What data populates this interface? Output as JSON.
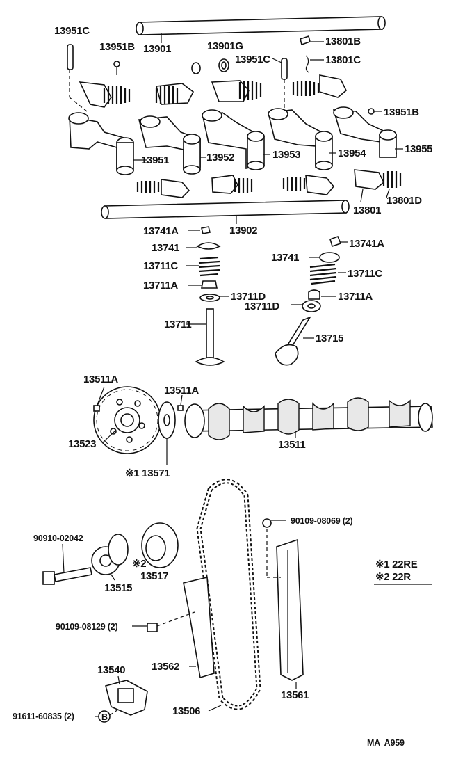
{
  "labels": {
    "p13951C_top": "13951C",
    "p13951B_top": "13951B",
    "p13901": "13901",
    "p13901G": "13901G",
    "p13951C_mid": "13951C",
    "p13801B": "13801B",
    "p13801C": "13801C",
    "p13951B_right": "13951B",
    "p13951": "13951",
    "p13952": "13952",
    "p13953": "13953",
    "p13954": "13954",
    "p13955": "13955",
    "p13801": "13801",
    "p13801D": "13801D",
    "p13902": "13902",
    "p13741A_l": "13741A",
    "p13741_l": "13741",
    "p13711C_l": "13711C",
    "p13711A_l": "13711A",
    "p13711D_l": "13711D",
    "p13711": "13711",
    "p13741A_r": "13741A",
    "p13741_r": "13741",
    "p13711C_r": "13711C",
    "p13711A_r": "13711A",
    "p13711D_r": "13711D",
    "p13715": "13715",
    "p13511A_l": "13511A",
    "p13511A_r": "13511A",
    "p13523": "13523",
    "p13571": "※1 13571",
    "p13511": "13511",
    "p90109_08069": "90109-08069 (2)",
    "p90910_02042": "90910-02042",
    "p13517_mark": "※2",
    "p13517": "13517",
    "p13515": "13515",
    "p90109_08129": "90109-08129 (2)",
    "p13562": "13562",
    "p13540": "13540",
    "p91611_60835": "91611-60835 (2)",
    "p13506": "13506",
    "p13561": "13561",
    "bolt_mark": "B"
  },
  "legend": {
    "row1": "※1 22RE",
    "row2": "※2 22R"
  },
  "catalog_code": "MA  A959"
}
